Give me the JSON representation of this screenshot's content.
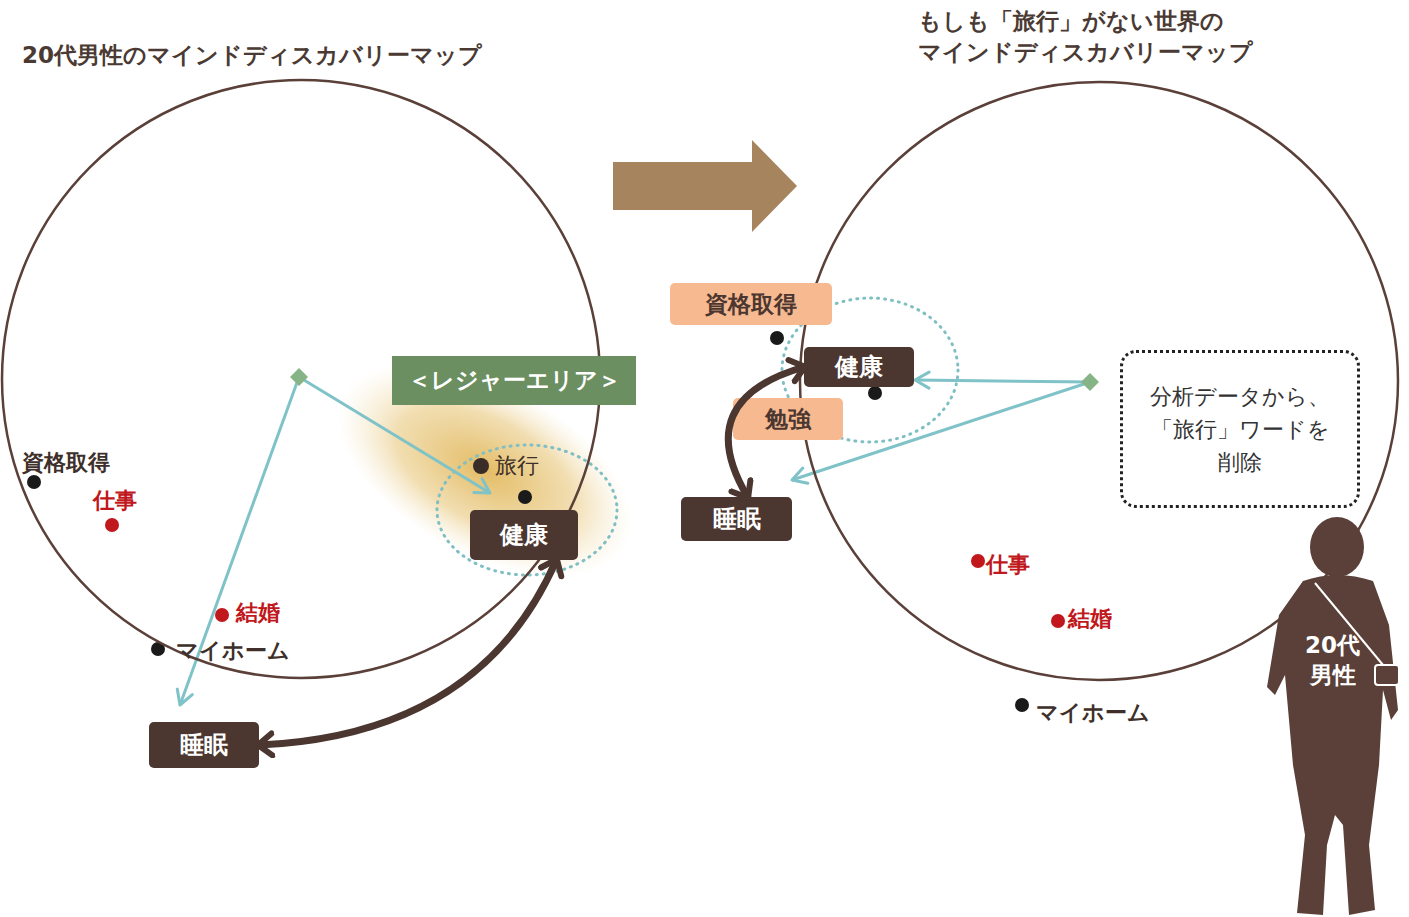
{
  "diagram": {
    "nodes": [
      {
        "text": [
          "20代男性のマインドディスカバリーマップ"
        ]
      },
      {
        "text": [
          "＜レジャーエリア＞"
        ]
      },
      {
        "text": [
          "健康"
        ],
        "in": 0
      },
      {
        "text": [
          "睡眠"
        ]
      },
      {
        "text": [
          "もしも「旅行」がない世界の マインドディスカバリーマップ"
        ]
      },
      {
        "text": [
          "資格取得"
        ]
      },
      {
        "text": [
          "健康"
        ],
        "in": 4
      },
      {
        "text": [
          "勉強"
        ]
      },
      {
        "text": [
          "睡眠"
        ]
      },
      {
        "text": [
          "分析データから、 「旅行」ワードを 削除"
        ],
        "in": 4
      },
      {
        "text": [
          "20代 男性"
        ]
      }
    ],
    "edges": [
      {
        "from": 3,
        "to": 2,
        "arrow": "both"
      },
      {
        "from": 6,
        "to": 8,
        "arrow": "both"
      }
    ],
    "labels": [
      "資格取得",
      "仕事",
      "結婚",
      "マイホーム",
      "旅行",
      "仕事",
      "結婚",
      "マイホーム"
    ]
  }
}
